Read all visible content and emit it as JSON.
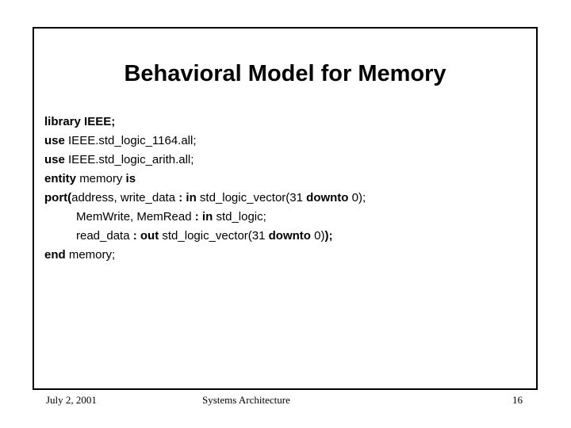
{
  "slide": {
    "title": "Behavioral Model for Memory",
    "frame_color": "#000000",
    "background_color": "#ffffff",
    "text_color": "#000000"
  },
  "code": {
    "language": "VHDL",
    "lines": [
      {
        "indent": false,
        "tokens": [
          {
            "text": "library IEEE;",
            "bold": true
          }
        ]
      },
      {
        "indent": false,
        "tokens": [
          {
            "text": "use ",
            "bold": true
          },
          {
            "text": "IEEE.std_logic_1164.all;",
            "bold": false
          }
        ]
      },
      {
        "indent": false,
        "tokens": [
          {
            "text": "use ",
            "bold": true
          },
          {
            "text": "IEEE.std_logic_arith.all;",
            "bold": false
          }
        ]
      },
      {
        "indent": false,
        "tokens": [
          {
            "text": "entity ",
            "bold": true
          },
          {
            "text": "memory ",
            "bold": false
          },
          {
            "text": "is",
            "bold": true
          }
        ]
      },
      {
        "indent": false,
        "tokens": [
          {
            "text": "port(",
            "bold": true
          },
          {
            "text": "address, write_data ",
            "bold": false
          },
          {
            "text": ": in ",
            "bold": true
          },
          {
            "text": "std_logic_vector(31 ",
            "bold": false
          },
          {
            "text": "downto ",
            "bold": true
          },
          {
            "text": "0);",
            "bold": false
          }
        ]
      },
      {
        "indent": true,
        "tokens": [
          {
            "text": "MemWrite, MemRead ",
            "bold": false
          },
          {
            "text": ": in ",
            "bold": true
          },
          {
            "text": "std_logic;",
            "bold": false
          }
        ]
      },
      {
        "indent": true,
        "tokens": [
          {
            "text": "read_data ",
            "bold": false
          },
          {
            "text": ": out ",
            "bold": true
          },
          {
            "text": "std_logic_vector(31 ",
            "bold": false
          },
          {
            "text": "downto ",
            "bold": true
          },
          {
            "text": "0)",
            "bold": false
          },
          {
            "text": ");",
            "bold": true
          }
        ]
      },
      {
        "indent": false,
        "tokens": [
          {
            "text": "end ",
            "bold": true
          },
          {
            "text": "memory;",
            "bold": false
          }
        ]
      }
    ]
  },
  "footer": {
    "date": "July 2, 2001",
    "center": "Systems Architecture",
    "page_number": "16"
  }
}
